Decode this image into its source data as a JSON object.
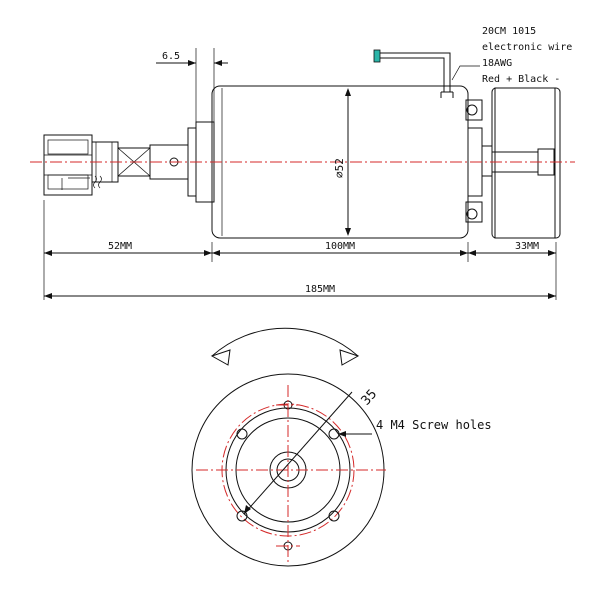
{
  "wire_note": {
    "line1": "20CM 1015",
    "line2": "electronic wire",
    "line3": "18AWG",
    "line4": "Red + Black -"
  },
  "dimensions": {
    "flange_thickness": "6.5",
    "body_diameter": "⌀52",
    "left_length": "52MM",
    "body_length": "100MM",
    "right_length": "33MM",
    "total_length": "185MM",
    "bolt_circle": "35"
  },
  "front_view": {
    "screw_note": "4 M4 Screw holes"
  },
  "colors": {
    "outline": "#111111",
    "centerline": "#d42a2a",
    "wire_tip": "#2bb5a8"
  }
}
